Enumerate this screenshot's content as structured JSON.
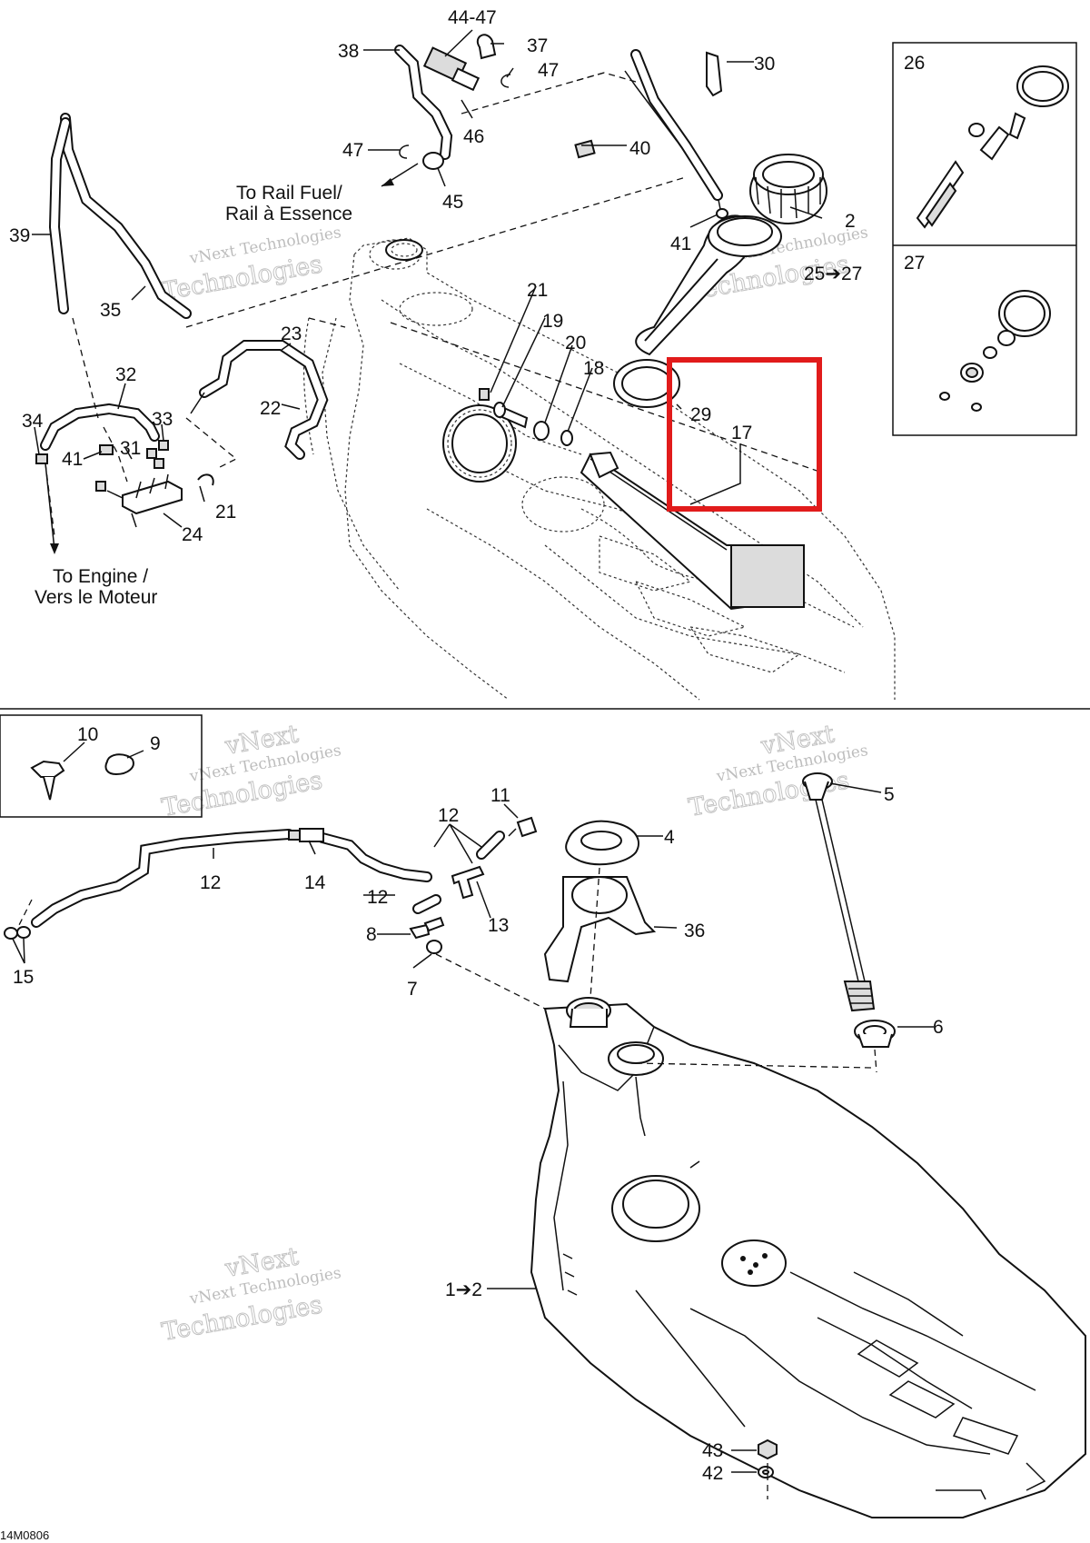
{
  "labels": {
    "l44_47": "44-47",
    "l38": "38",
    "l37": "37",
    "l47a": "47",
    "l47b": "47",
    "l46": "46",
    "l45": "45",
    "l40": "40",
    "l30": "30",
    "l26": "26",
    "l27": "27",
    "l2a": "2",
    "l41a": "41",
    "l25_27": "25➔27",
    "l39": "39",
    "l35": "35",
    "l21a": "21",
    "l19": "19",
    "l20": "20",
    "l18": "18",
    "l23": "23",
    "l22": "22",
    "l29": "29",
    "l17": "17",
    "l32": "32",
    "l34": "34",
    "l33": "33",
    "l41b": "41",
    "l31": "31",
    "l21b": "21",
    "l24": "24",
    "l10": "10",
    "l9": "9",
    "l11": "11",
    "l12a": "12",
    "l12b": "12",
    "l12c": "12",
    "l14": "14",
    "l4": "4",
    "l5": "5",
    "l13": "13",
    "l36": "36",
    "l8": "8",
    "l15": "15",
    "l7": "7",
    "l6": "6",
    "l1_2": "1➔2",
    "l43": "43",
    "l42": "42"
  },
  "notes": {
    "rail_en": "To Rail Fuel/",
    "rail_fr": "Rail à Essence",
    "engine_en": "To Engine /",
    "engine_fr": "Vers le Moteur"
  },
  "watermark": {
    "line1": "vNext Technologies",
    "line2": "Technologies",
    "top": "vNext"
  },
  "footer_code": "14M0806",
  "colors": {
    "highlight": "#e11b1b",
    "ink": "#111111"
  }
}
